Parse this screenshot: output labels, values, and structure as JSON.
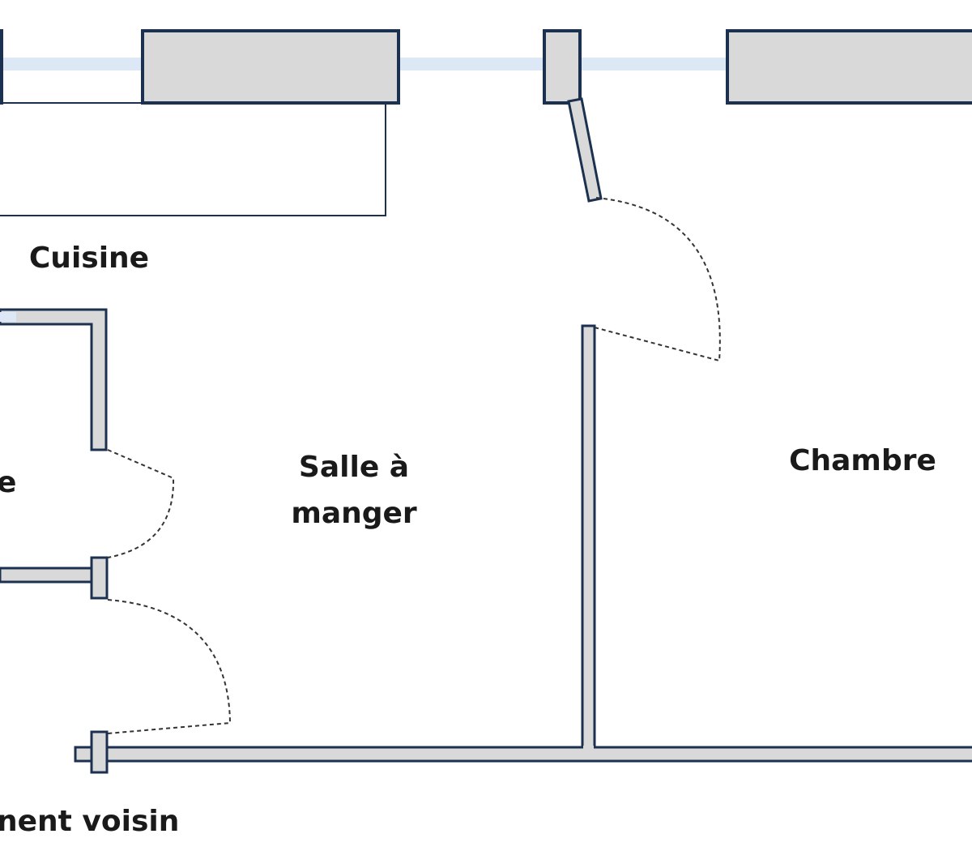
{
  "rooms": {
    "cuisine": "Cuisine",
    "salle_line1": "Salle à",
    "salle_line2": "manger",
    "chambre": "Chambre",
    "left_room_fragment": "e",
    "neighbor_fragment": "nent voisin"
  },
  "colors": {
    "wall_stroke": "#1c3050",
    "wall_fill": "#d9d9d9",
    "window_glass": "#dce8f5",
    "door_arc": "#333333",
    "text": "#1a1a1a"
  }
}
